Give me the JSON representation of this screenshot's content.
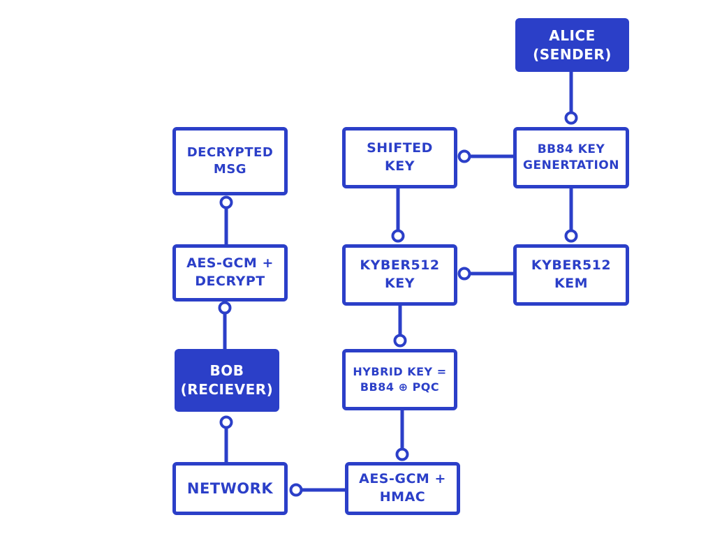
{
  "diagram": {
    "colors": {
      "primary": "#2b3fc8",
      "background": "#ffffff",
      "filled_text": "#ffffff"
    },
    "nodes": {
      "alice": {
        "lines": [
          "ALICE",
          "(SENDER)"
        ]
      },
      "bb84": {
        "lines": [
          "BB84 KEY",
          "GENERTATION"
        ]
      },
      "shifted": {
        "lines": [
          "SHIFTED",
          "KEY"
        ]
      },
      "kyber_key": {
        "lines": [
          "KYBER512",
          "KEY"
        ]
      },
      "kyber_kem": {
        "lines": [
          "KYBER512",
          "KEM"
        ]
      },
      "hybrid": {
        "lines": [
          "HYBRID KEY =",
          "BB84 ⊕ PQC"
        ]
      },
      "aes_hmac": {
        "lines": [
          "AES-GCM +",
          "HMAC"
        ]
      },
      "network": {
        "lines": [
          "NETWORK"
        ]
      },
      "bob": {
        "lines": [
          "BOB",
          "(RECIEVER)"
        ]
      },
      "aes_decrypt": {
        "lines": [
          "AES-GCM +",
          "DECRYPT"
        ]
      },
      "decrypted": {
        "lines": [
          "DECRYPTED",
          "MSG"
        ]
      }
    },
    "edges": [
      {
        "from": "alice",
        "to": "bb84"
      },
      {
        "from": "bb84",
        "to": "shifted"
      },
      {
        "from": "bb84",
        "to": "kyber_kem"
      },
      {
        "from": "shifted",
        "to": "kyber_key"
      },
      {
        "from": "kyber_kem",
        "to": "kyber_key"
      },
      {
        "from": "kyber_key",
        "to": "hybrid"
      },
      {
        "from": "hybrid",
        "to": "aes_hmac"
      },
      {
        "from": "aes_hmac",
        "to": "network"
      },
      {
        "from": "network",
        "to": "bob"
      },
      {
        "from": "bob",
        "to": "aes_decrypt"
      },
      {
        "from": "aes_decrypt",
        "to": "decrypted"
      }
    ]
  }
}
